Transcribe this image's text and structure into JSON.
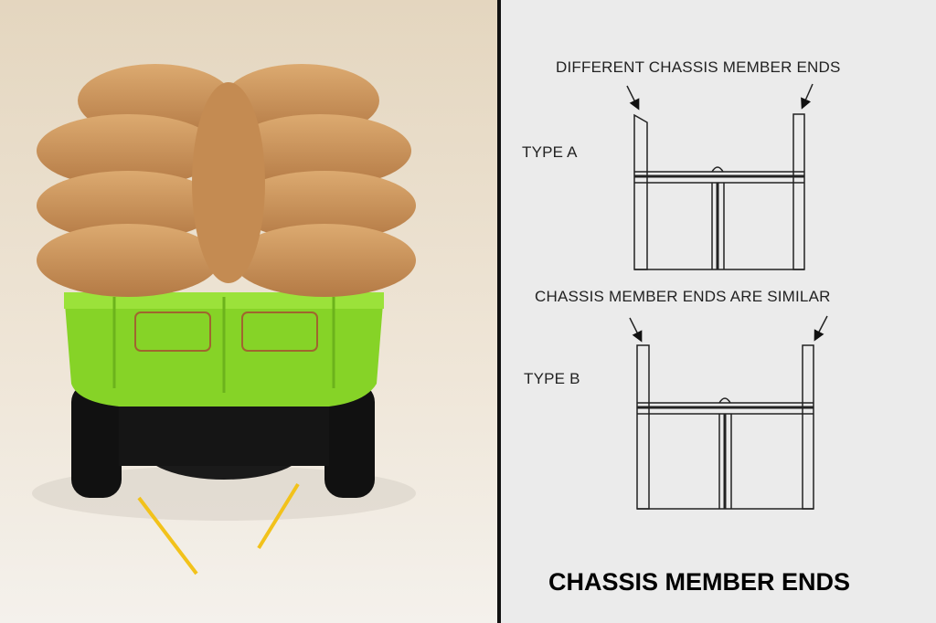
{
  "diagram": {
    "heading_a": "DIFFERENT CHASSIS MEMBER ENDS",
    "type_a": "TYPE A",
    "heading_b": "CHASSIS MEMBER ENDS ARE SIMILAR",
    "type_b": "TYPE B",
    "title": "CHASSIS MEMBER ENDS"
  },
  "colors": {
    "highlight_lines": "#f2c21b",
    "truck_body": "#86d327",
    "load": "#c99058"
  }
}
